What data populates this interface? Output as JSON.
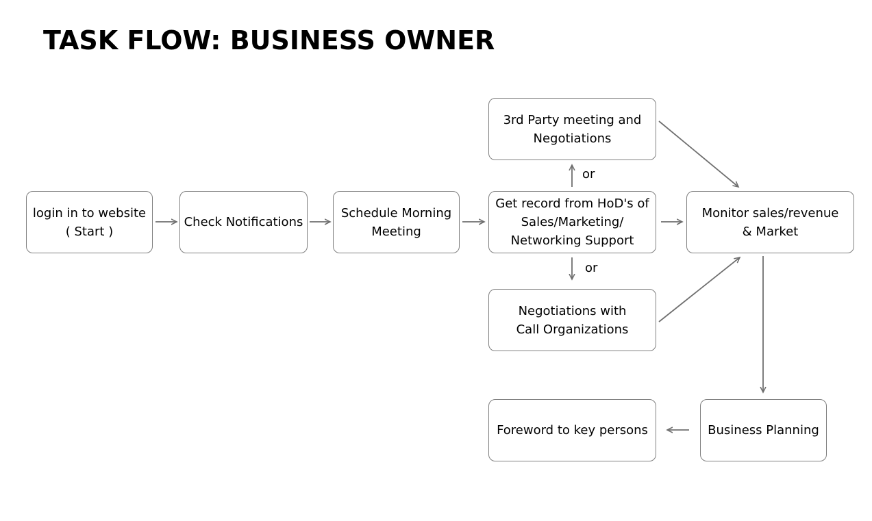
{
  "title": "TASK FLOW: BUSINESS OWNER",
  "nodes": {
    "login": "login in to website\n( Start )",
    "check_notifications": "Check Notifications",
    "schedule_meeting": "Schedule Morning\nMeeting",
    "get_record": "Get record from HoD's of\nSales/Marketing/\nNetworking Support",
    "third_party": "3rd Party meeting and\nNegotiations",
    "negotiations_call": "Negotiations with\nCall Organizations",
    "monitor_sales": "Monitor sales/revenue\n& Market",
    "business_planning": "Business Planning",
    "foreword": "Foreword to key persons"
  },
  "branch_labels": {
    "up": "or",
    "down": "or"
  },
  "colors": {
    "border": "#7f7f7f",
    "arrow": "#6f6f6f",
    "text": "#000000"
  }
}
